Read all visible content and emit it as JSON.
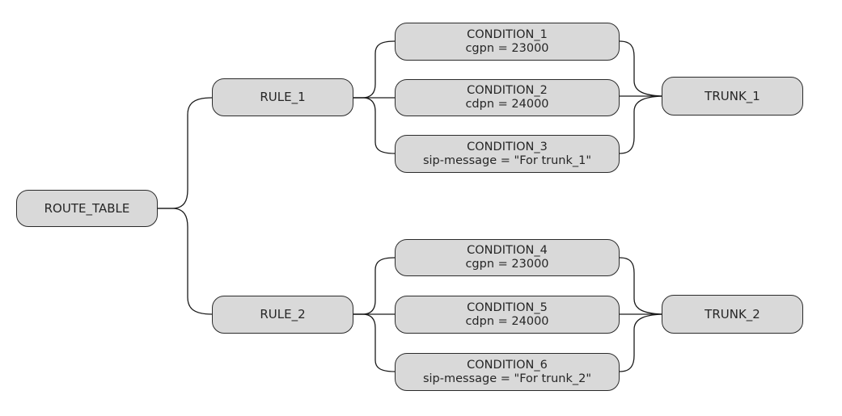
{
  "root": {
    "label": "ROUTE_TABLE"
  },
  "rules": [
    {
      "label": "RULE_1",
      "conditions": [
        {
          "name": "CONDITION_1",
          "expr": "cgpn = 23000"
        },
        {
          "name": "CONDITION_2",
          "expr": "cdpn = 24000"
        },
        {
          "name": "CONDITION_3",
          "expr": "sip-message = \"For trunk_1\""
        }
      ],
      "trunk": "TRUNK_1"
    },
    {
      "label": "RULE_2",
      "conditions": [
        {
          "name": "CONDITION_4",
          "expr": "cgpn = 23000"
        },
        {
          "name": "CONDITION_5",
          "expr": "cdpn = 24000"
        },
        {
          "name": "CONDITION_6",
          "expr": "sip-message = \"For trunk_2\""
        }
      ],
      "trunk": "TRUNK_2"
    }
  ],
  "colors": {
    "node_fill": "#d9d9d9",
    "node_border": "#2b2b2b",
    "connector": "#1a1a1a",
    "text": "#262626"
  }
}
